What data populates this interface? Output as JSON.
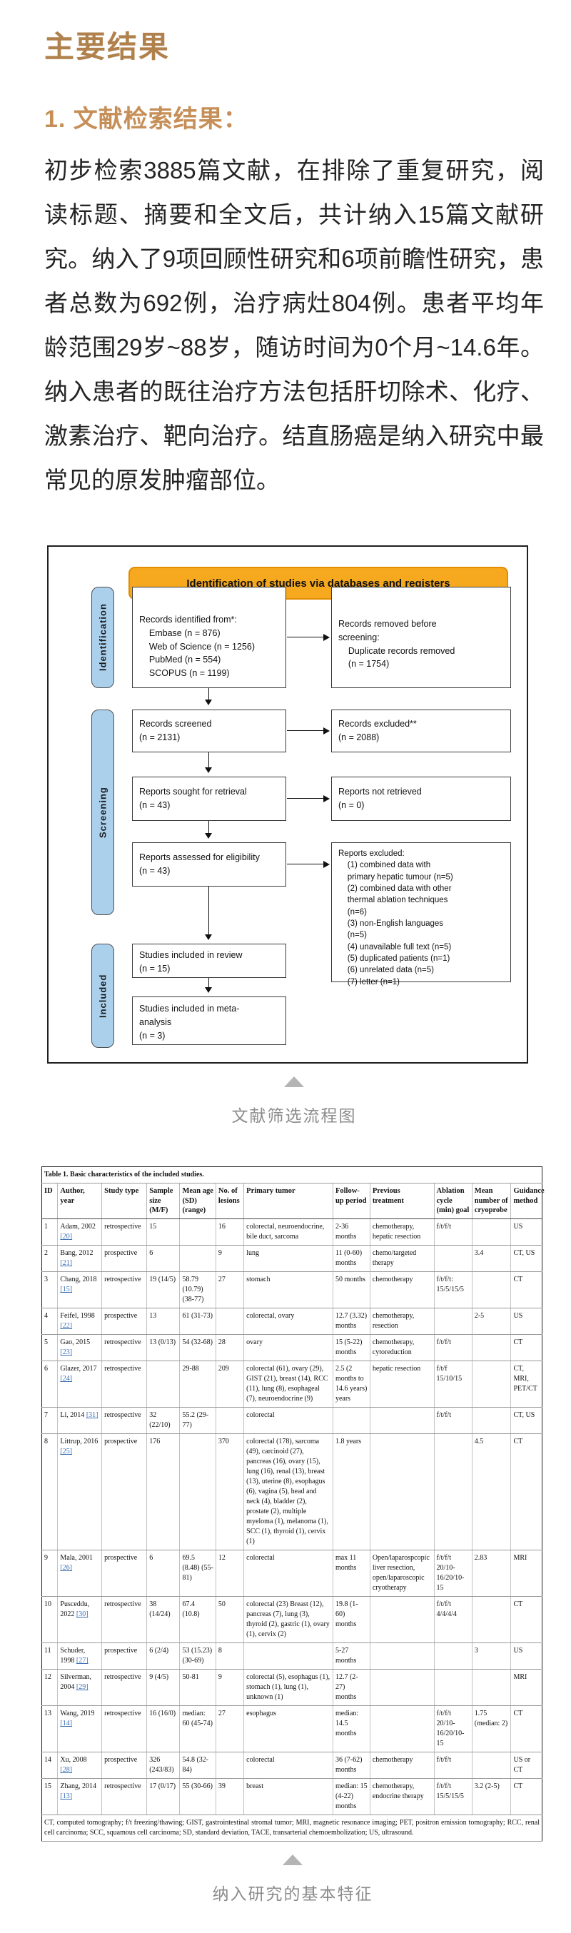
{
  "page": {
    "title": "主要结果"
  },
  "section": {
    "heading": "1. 文献检索结果：",
    "paragraph": "初步检索3885篇文献，在排除了重复研究，阅读标题、摘要和全文后，共计纳入15篇文献研究。纳入了9项回顾性研究和6项前瞻性研究，患者总数为692例，治疗病灶804例。患者平均年龄范围29岁~88岁，随访时间为0个月~14.6年。纳入患者的既往治疗方法包括肝切除术、化疗、激素治疗、靶向治疗。结直肠癌是纳入研究中最常见的原发肿瘤部位。"
  },
  "flow_diagram": {
    "banner": "Identification of studies via databases and registers",
    "stages": {
      "identification": "Identification",
      "screening": "Screening",
      "included": "Included"
    },
    "boxes": {
      "records_identified": "Records identified from*:\n    Embase (n = 876)\n    Web of Science (n = 1256)\n    PubMed (n = 554)\n    SCOPUS (n = 1199)",
      "records_removed": "Records removed before\nscreening:\n    Duplicate records removed\n    (n = 1754)",
      "records_screened": "Records screened\n(n = 2131)",
      "records_excluded": "Records excluded**\n(n = 2088)",
      "reports_sought": "Reports sought for retrieval\n(n = 43)",
      "reports_not_retrieved": "Reports not retrieved\n(n = 0)",
      "reports_assessed": "Reports assessed for eligibility\n(n = 43)",
      "reports_excluded": "Reports excluded:\n    (1) combined data with\n    primary hepatic tumour (n=5)\n    (2) combined data with other\n    thermal ablation techniques\n    (n=6)\n    (3) non-English languages\n    (n=5)\n    (4) unavailable full text (n=5)\n    (5) duplicated patients (n=1)\n    (6) unrelated data (n=5)\n    (7) letter (n=1)",
      "included_review": "Studies included in review\n(n = 15)",
      "included_meta": "Studies included in meta-\nanalysis\n(n = 3)"
    },
    "caption": "文献筛选流程图"
  },
  "table": {
    "title": "Table 1.  Basic characteristics of the included studies.",
    "columns": [
      "ID",
      "Author, year",
      "Study type",
      "Sample size (M/F)",
      "Mean age (SD) (range)",
      "No. of lesions",
      "Primary tumor",
      "Follow-up period",
      "Previous treatment",
      "Ablation cycle (min) goal",
      "Mean number of cryoprobe",
      "Guidance method"
    ],
    "rows": [
      [
        "1",
        "Adam, 2002 [20]",
        "retrospective",
        "15",
        "",
        "16",
        "colorectal, neuroendocrine, bile duct, sarcoma",
        "2-36 months",
        "chemotherapy, hepatic resection",
        "f/t/f/t",
        "",
        "US"
      ],
      [
        "2",
        "Bang, 2012 [21]",
        "prospective",
        "6",
        "",
        "9",
        "lung",
        "11 (0-60) months",
        "chemo/targeted therapy",
        "",
        "3.4",
        "CT, US"
      ],
      [
        "3",
        "Chang, 2018 [15]",
        "retrospective",
        "19 (14/5)",
        "58.79 (10.79) (38-77)",
        "27",
        "stomach",
        "50 months",
        "chemotherapy",
        "f/t/f/t: 15/5/15/5",
        "",
        "CT"
      ],
      [
        "4",
        "Feifel, 1998 [22]",
        "prospective",
        "13",
        "61 (31-73)",
        "",
        "colorectal, ovary",
        "12.7 (3.32) months",
        "chemotherapy, resection",
        "",
        "2-5",
        "US"
      ],
      [
        "5",
        "Gao, 2015 [23]",
        "retrospective",
        "13 (0/13)",
        "54 (32-68)",
        "28",
        "ovary",
        "15 (5-22) months",
        "chemotherapy, cytoreduction",
        "f/t/f/t",
        "",
        "CT"
      ],
      [
        "6",
        "Glazer, 2017 [24]",
        "retrospective",
        "",
        "29-88",
        "209",
        "colorectal (61), ovary (29), GIST (21), breast (14), RCC (11), lung (8), esophageal (7), neuroendocrine (9)",
        "2.5 (2 months to 14.6 years) years",
        "hepatic resection",
        "f/t/f 15/10/15",
        "",
        "CT, MRI, PET/CT"
      ],
      [
        "7",
        "Li, 2014 [31]",
        "retrospective",
        "32 (22/10)",
        "55.2 (29-77)",
        "",
        "colorectal",
        "",
        "",
        "f/t/f/t",
        "",
        "CT, US"
      ],
      [
        "8",
        "Littrup, 2016 [25]",
        "prospective",
        "176",
        "",
        "370",
        "colorectal (178), sarcoma (49), carcinoid (27), pancreas (16), ovary (15), lung (16), renal (13), breast (13), uterine (8), esophagus (6), vagina (5), head and neck (4), bladder (2), prostate (2), multiple myeloma (1), melanoma (1), SCC (1), thyroid (1), cervix (1)",
        "1.8 years",
        "",
        "",
        "4.5",
        "CT"
      ],
      [
        "9",
        "Mala, 2001 [26]",
        "prospective",
        "6",
        "69.5 (8.48) (55-81)",
        "12",
        "colorectal",
        "max 11 months",
        "Open/laparospcopic liver resection, open/laparoscopic cryotherapy",
        "f/t/f/t 20/10-16/20/10-15",
        "2.83",
        "MRI"
      ],
      [
        "10",
        "Pusceddu, 2022 [30]",
        "retrospective",
        "38 (14/24)",
        "67.4 (10.8)",
        "50",
        "colorectal (23) Breast (12), pancreas (7), lung (3), thyroid (2), gastric (1), ovary (1), cervix (2)",
        "19.8 (1-60) months",
        "",
        "f/t/f/t 4/4/4/4",
        "",
        "CT"
      ],
      [
        "11",
        "Schuder, 1998 [27]",
        "prospective",
        "6 (2/4)",
        "53 (15.23) (30-69)",
        "8",
        "",
        "5-27 months",
        "",
        "",
        "3",
        "US"
      ],
      [
        "12",
        "Silverman, 2004 [29]",
        "retrospective",
        "9 (4/5)",
        "50-81",
        "9",
        "colorectal (5), esophagus (1), stomach (1), lung (1), unknown (1)",
        "12.7 (2-27) months",
        "",
        "",
        "",
        "MRI"
      ],
      [
        "13",
        "Wang, 2019 [14]",
        "retrospective",
        "16 (16/0)",
        "median: 60 (45-74)",
        "27",
        "esophagus",
        "median: 14.5 months",
        "",
        "f/t/f/t 20/10-16/20/10-15",
        "1.75 (median: 2)",
        "CT"
      ],
      [
        "14",
        "Xu, 2008 [28]",
        "prospective",
        "326 (243/83)",
        "54.8 (32-84)",
        "",
        "colorectal",
        "36 (7-62) months",
        "chemotherapy",
        "f/t/f/t",
        "",
        "US or CT"
      ],
      [
        "15",
        "Zhang, 2014 [13]",
        "retrospective",
        "17 (0/17)",
        "55 (30-66)",
        "39",
        "breast",
        "median: 15 (4-22) months",
        "chemotherapy, endocrine therapy",
        "f/t/f/t 15/5/15/5",
        "3.2 (2-5)",
        "CT"
      ]
    ],
    "footnote": "CT, computed tomography; f/t freezing/thawing; GIST, gastrointestinal stromal tumor; MRI, magnetic resonance imaging; PET, positron emission tomography; RCC, renal cell carcinoma; SCC, squamous cell carcinoma; SD, standard deviation, TACE, transarterial chemoembolization; US, ultrasound.",
    "caption": "纳入研究的基本特征"
  },
  "colors": {
    "title_gold": "#b0814c",
    "heading_gold": "#c68f58",
    "banner_yellow": "#f6a81e",
    "banner_border": "#e08e00",
    "stage_blue": "#abd0ec",
    "link_blue": "#3b6fb5",
    "caption_gray": "#8c8c8c"
  }
}
